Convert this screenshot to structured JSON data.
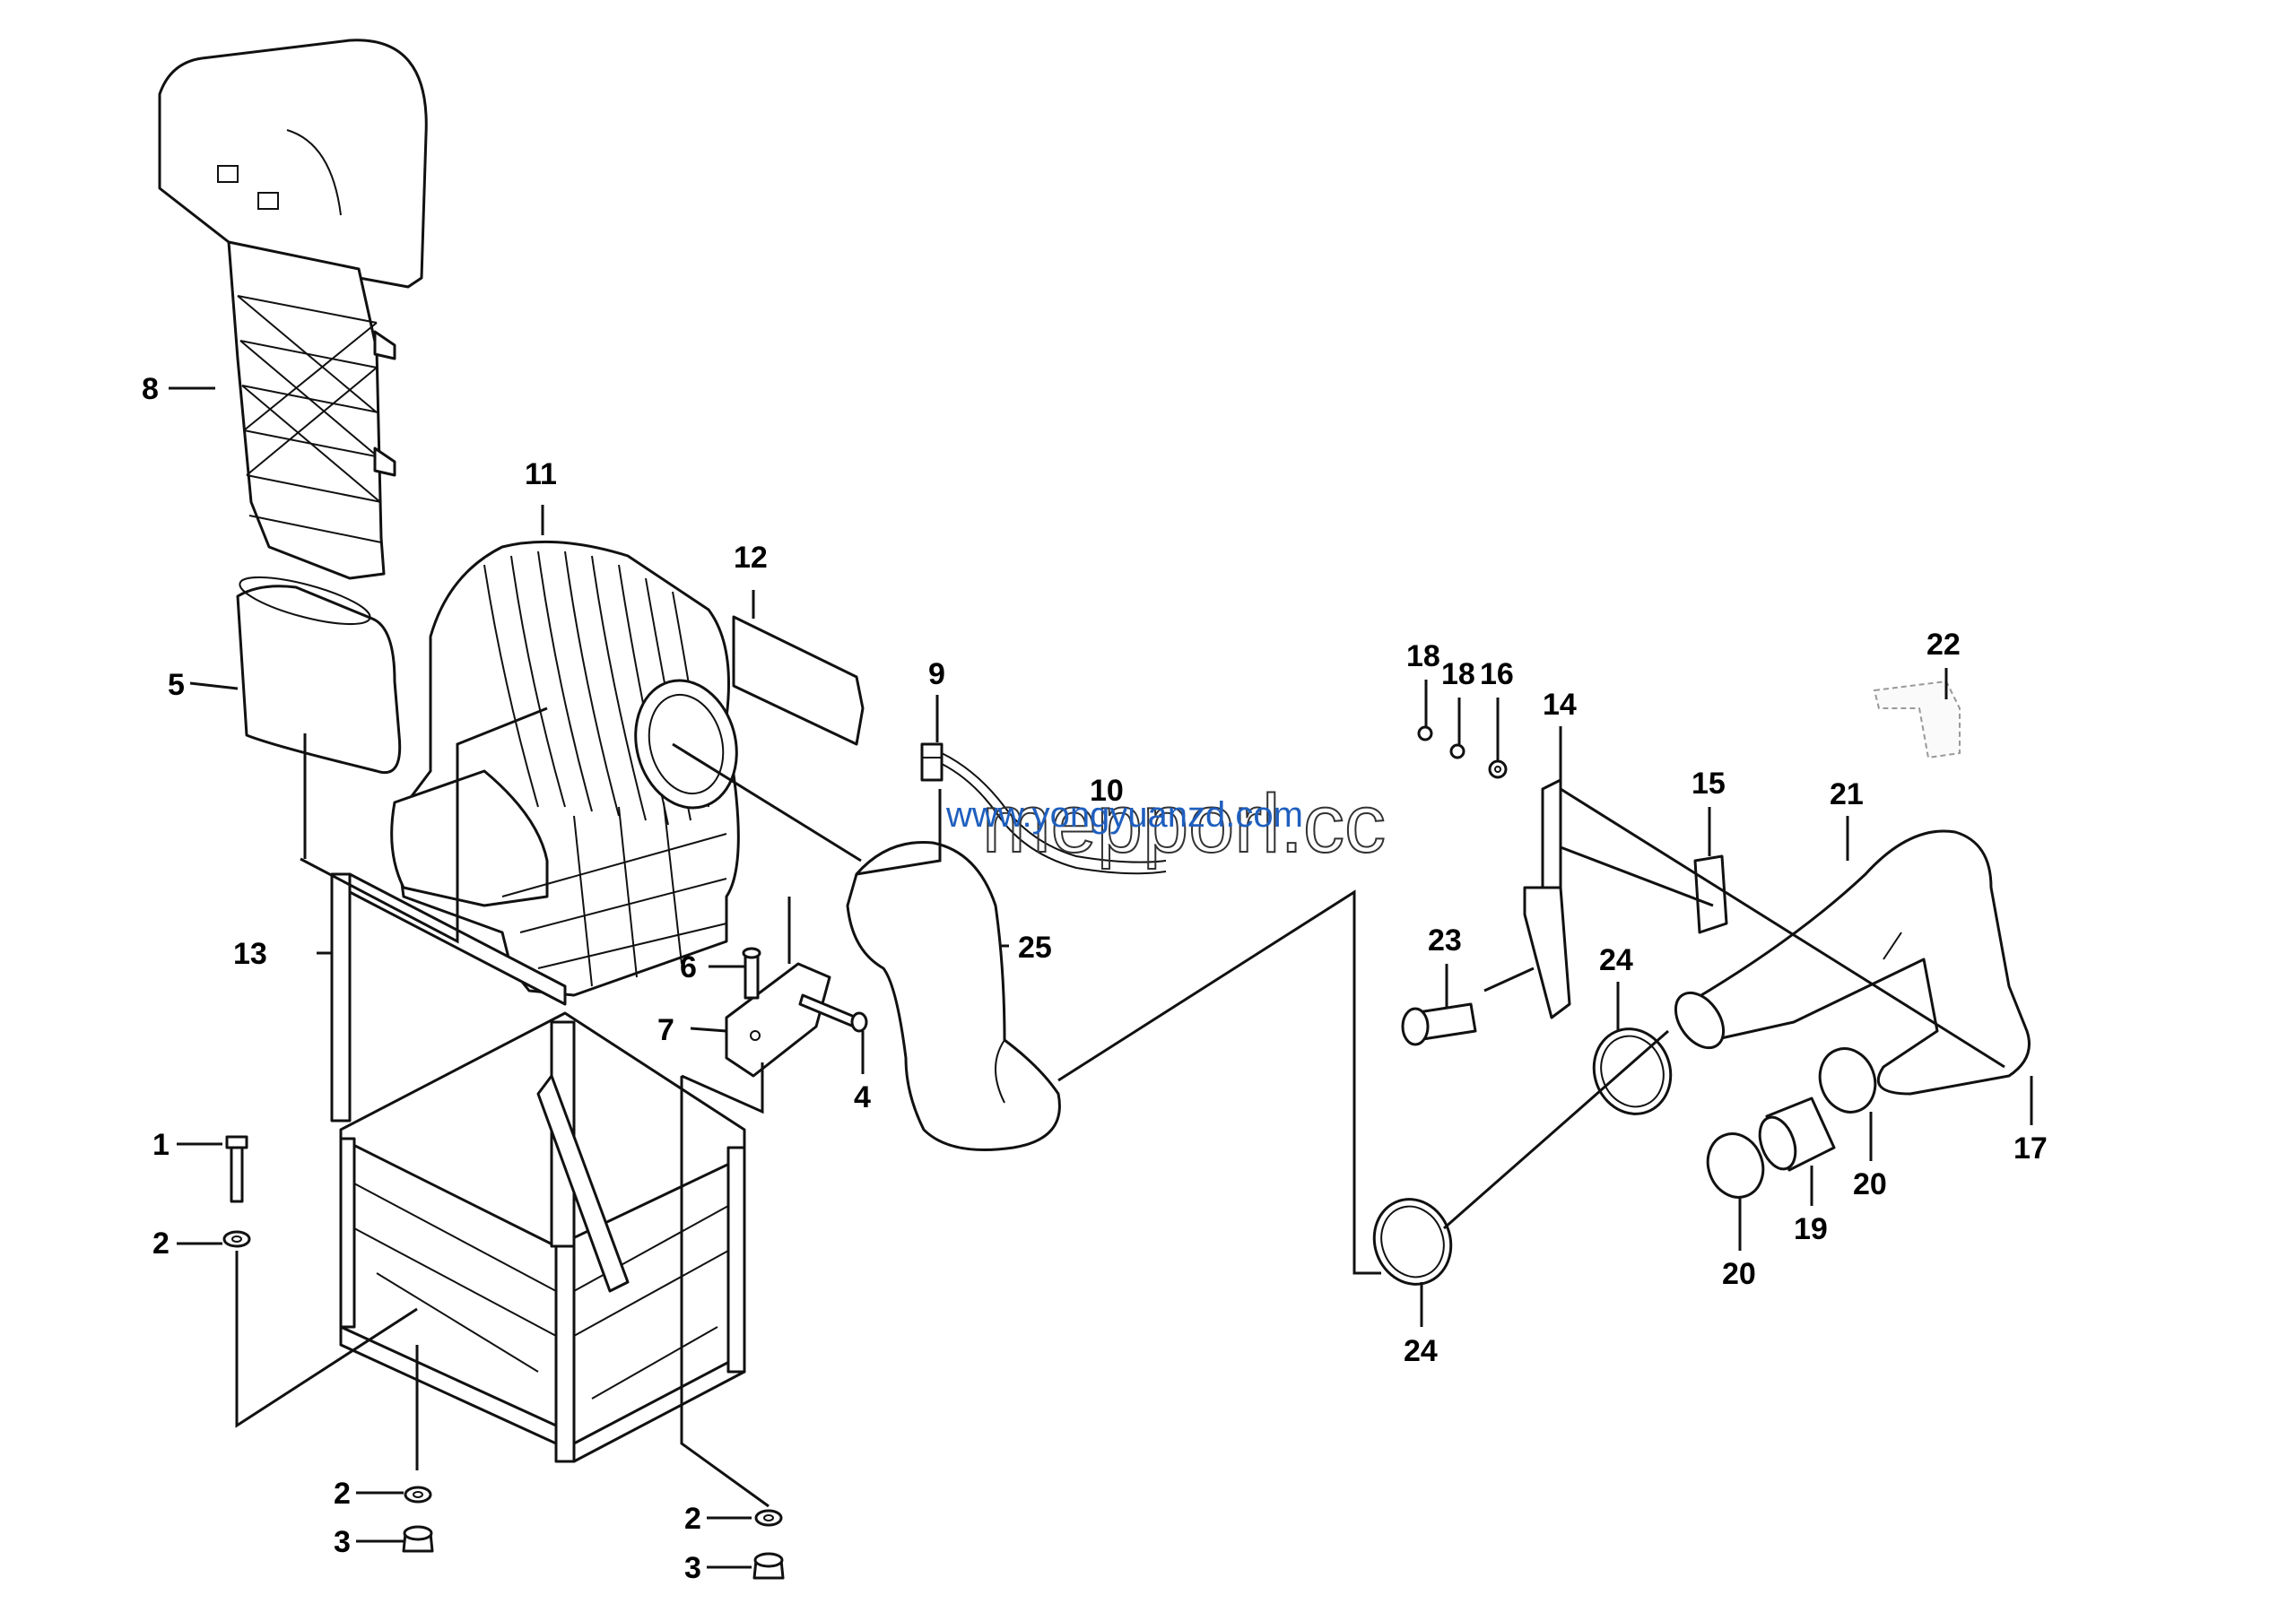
{
  "callouts": [
    {
      "id": "c8",
      "text": "8"
    },
    {
      "id": "c11",
      "text": "11"
    },
    {
      "id": "c12",
      "text": "12"
    },
    {
      "id": "c5",
      "text": "5"
    },
    {
      "id": "c9",
      "text": "9"
    },
    {
      "id": "c10",
      "text": "10"
    },
    {
      "id": "c18a",
      "text": "18"
    },
    {
      "id": "c18b",
      "text": "18"
    },
    {
      "id": "c16",
      "text": "16"
    },
    {
      "id": "c14",
      "text": "14"
    },
    {
      "id": "c22",
      "text": "22"
    },
    {
      "id": "c15",
      "text": "15"
    },
    {
      "id": "c21",
      "text": "21"
    },
    {
      "id": "c13",
      "text": "13"
    },
    {
      "id": "c25",
      "text": "25"
    },
    {
      "id": "c6",
      "text": "6"
    },
    {
      "id": "c23",
      "text": "23"
    },
    {
      "id": "c24a",
      "text": "24"
    },
    {
      "id": "c7",
      "text": "7"
    },
    {
      "id": "c4",
      "text": "4"
    },
    {
      "id": "c1",
      "text": "1"
    },
    {
      "id": "c17",
      "text": "17"
    },
    {
      "id": "c2a",
      "text": "2"
    },
    {
      "id": "c20a",
      "text": "20"
    },
    {
      "id": "c19",
      "text": "19"
    },
    {
      "id": "c20b",
      "text": "20"
    },
    {
      "id": "c24b",
      "text": "24"
    },
    {
      "id": "c2b",
      "text": "2"
    },
    {
      "id": "c3a",
      "text": "3"
    },
    {
      "id": "c2c",
      "text": "2"
    },
    {
      "id": "c3b",
      "text": "3"
    }
  ],
  "watermark": {
    "url": "www.yongyuanzd.com",
    "brand": "mepporl.cc"
  }
}
